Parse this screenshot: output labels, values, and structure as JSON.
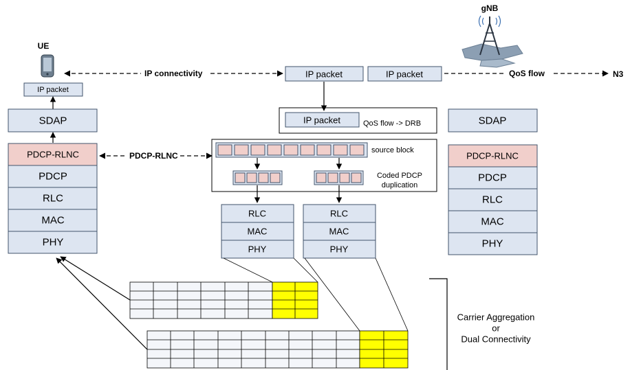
{
  "ue": {
    "title": "UE",
    "ip_packet": "IP packet",
    "stack": [
      "SDAP",
      "PDCP-RLNC",
      "PDCP",
      "RLC",
      "MAC",
      "PHY"
    ]
  },
  "gnb": {
    "title": "gNB",
    "ip_packet_1": "IP packet",
    "ip_packet_2": "IP packet",
    "stack": [
      "SDAP",
      "PDCP-RLNC",
      "PDCP",
      "RLC",
      "MAC",
      "PHY"
    ]
  },
  "links": {
    "ip_connectivity": "IP connectivity",
    "qos_flow": "QoS flow",
    "n3": "N3",
    "pdcp_rlnc": "PDCP-RLNC"
  },
  "mapping": {
    "ip_packet": "IP packet",
    "qos_to_drb": "QoS flow -> DRB",
    "source_block": "source block",
    "coded_pdcp": "Coded PDCP",
    "duplication": "duplication"
  },
  "legs": {
    "left": [
      "RLC",
      "MAC",
      "PHY"
    ],
    "right": [
      "RLC",
      "MAC",
      "PHY"
    ]
  },
  "bracket": {
    "line1": "Carrier Aggregation",
    "line2": "or",
    "line3": "Dual Connectivity"
  },
  "colors": {
    "layer_fill": "#dde5f1",
    "rlnc_fill": "#f1cfcb",
    "border": "#41536b",
    "highlight": "#ffff00"
  }
}
